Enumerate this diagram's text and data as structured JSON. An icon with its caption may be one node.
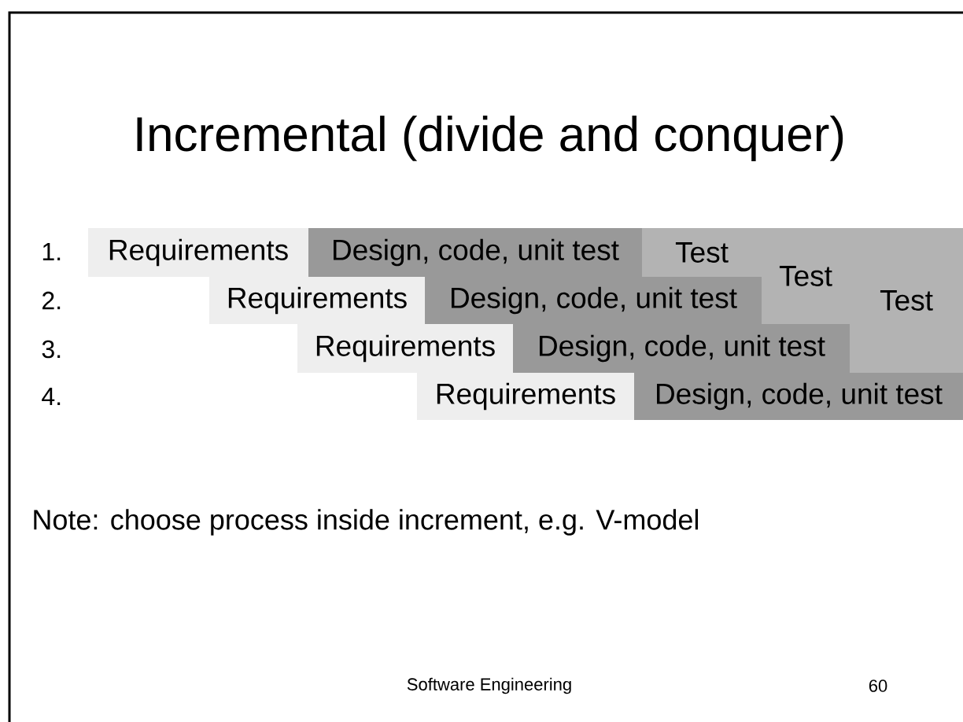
{
  "diagram": {
    "title": "Incremental (divide and conquer)",
    "nodes": [
      {
        "text": [
          "Requirements"
        ]
      },
      {
        "text": [
          "Design, code, unit test"
        ]
      },
      {
        "text": [
          "Test"
        ]
      },
      {
        "text": [
          "Requirements"
        ]
      },
      {
        "text": [
          "Design, code, unit test"
        ]
      },
      {
        "text": [
          "Test"
        ]
      },
      {
        "text": [
          "Requirements"
        ]
      },
      {
        "text": [
          "Design, code, unit test"
        ]
      },
      {
        "text": [
          "Test"
        ]
      },
      {
        "text": [
          "Requirements"
        ]
      },
      {
        "text": [
          "Design, code, unit test"
        ]
      }
    ],
    "labels": [
      "1.",
      "2.",
      "3.",
      "4.",
      "Note: choose process inside increment, e.g. V-model",
      "Software Engineering",
      "60"
    ]
  }
}
